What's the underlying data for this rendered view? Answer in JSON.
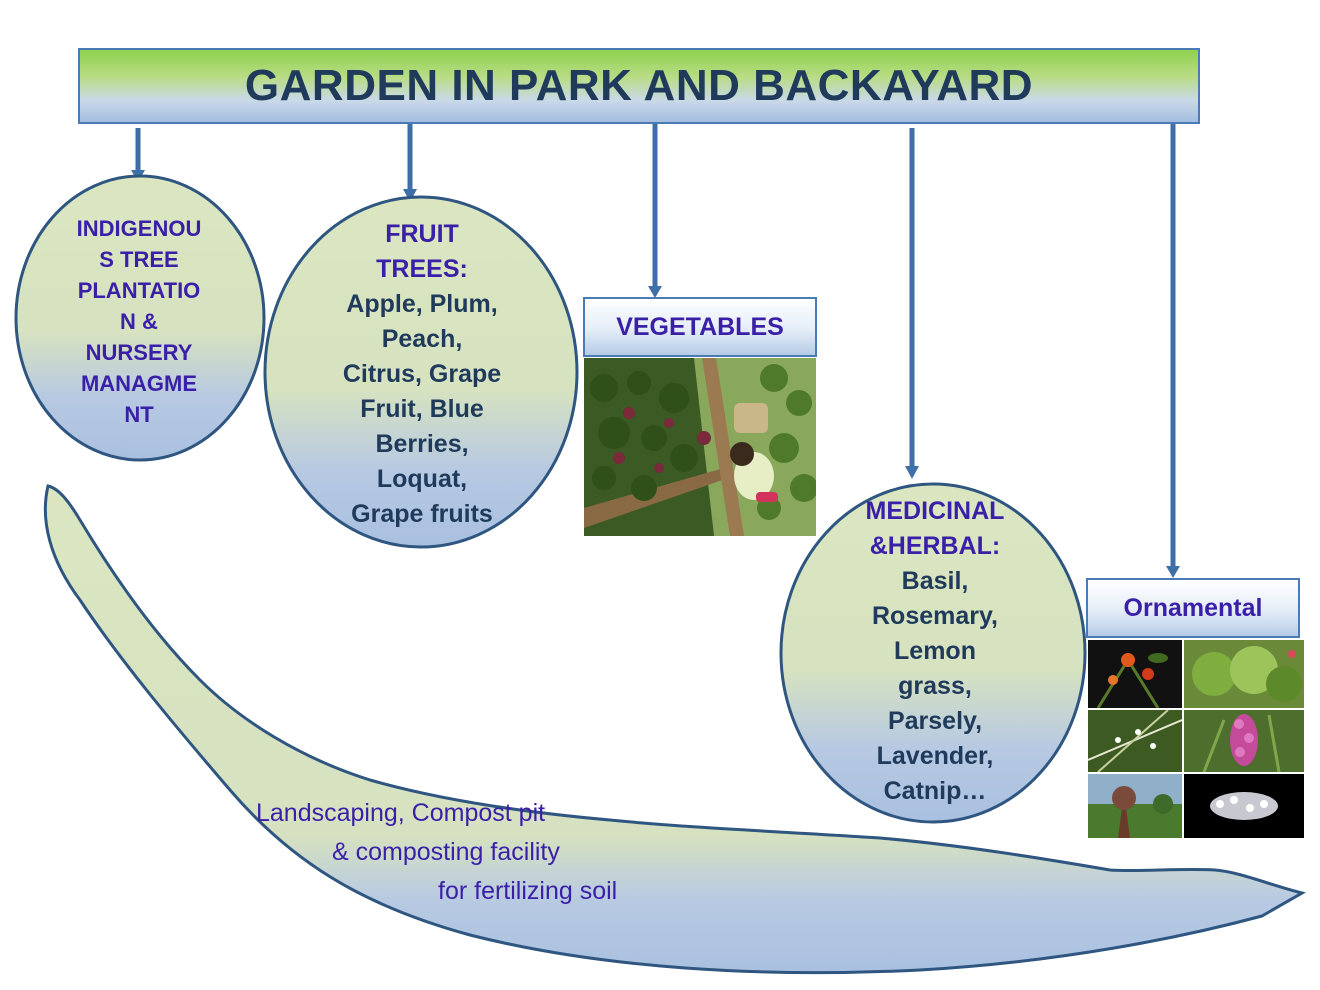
{
  "title": "GARDEN IN PARK AND BACKAYARD",
  "categories": {
    "indigenous": {
      "lines": [
        "INDIGENOU",
        "S TREE",
        "PLANTATIO",
        "N &",
        "NURSERY",
        "MANAGME",
        "NT"
      ]
    },
    "fruit_trees": {
      "heading_lines": [
        "FRUIT",
        "TREES:"
      ],
      "item_lines": [
        "Apple,  Plum,",
        "Peach,",
        "Citrus, Grape",
        "Fruit, Blue",
        "Berries,",
        "Loquat,",
        "Grape fruits"
      ]
    },
    "vegetables": {
      "label": "VEGETABLES"
    },
    "medicinal": {
      "heading_lines": [
        "MEDICINAL",
        "&HERBAL:"
      ],
      "item_lines": [
        "Basil,",
        "Rosemary,",
        "Lemon",
        "grass,",
        "Parsely,",
        "Lavender,",
        "Catnip…"
      ]
    },
    "ornamental": {
      "label": "Ornamental"
    }
  },
  "landscaping": {
    "lines": [
      "Landscaping, Compost pit",
      "& composting facility",
      "for fertilizing soil"
    ]
  },
  "colors": {
    "title_text": "#1f3a5a",
    "heading_text": "#3a1fa8",
    "body_text": "#1f3a5a",
    "outline": "#2f5680",
    "connector": "#3f6fa8",
    "fill_green": "#d9e4bd",
    "fill_blue": "#a9c0e0"
  }
}
